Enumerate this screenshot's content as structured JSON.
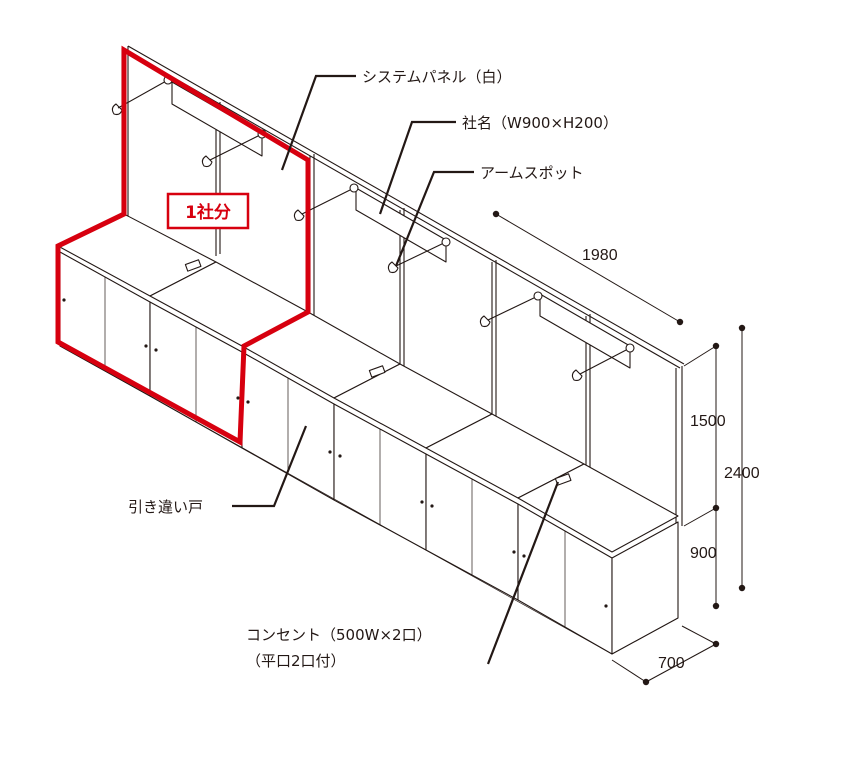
{
  "labels": {
    "system_panel": "システムパネル（白）",
    "company_name": "社名（W900×H200）",
    "arm_spot": "アームスポット",
    "sliding_door": "引き違い戸",
    "outlet_line1": "コンセント（500W×2口）",
    "outlet_line2": "（平口2口付）"
  },
  "badge": {
    "text": "1社分"
  },
  "dimensions": {
    "width": "1980",
    "panel_height": "1500",
    "total_height": "2400",
    "counter_height": "900",
    "depth": "700"
  },
  "colors": {
    "line": "#231815",
    "highlight": "#d7000f",
    "background": "#ffffff"
  }
}
